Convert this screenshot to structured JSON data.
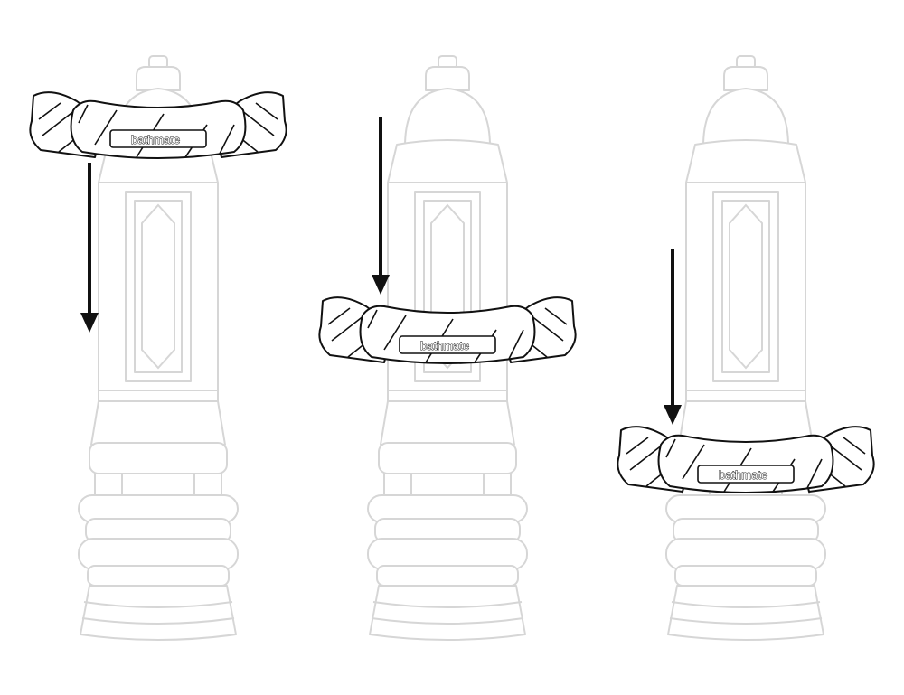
{
  "figure": {
    "colors": {
      "pump_outline": "#d6d6d6",
      "ring_outline": "#111111",
      "arrow": "#111111",
      "background": "#ffffff"
    },
    "steps": [
      {
        "brand_label": "bathmate"
      },
      {
        "brand_label": "bathmate"
      },
      {
        "brand_label": "bathmate"
      }
    ]
  }
}
